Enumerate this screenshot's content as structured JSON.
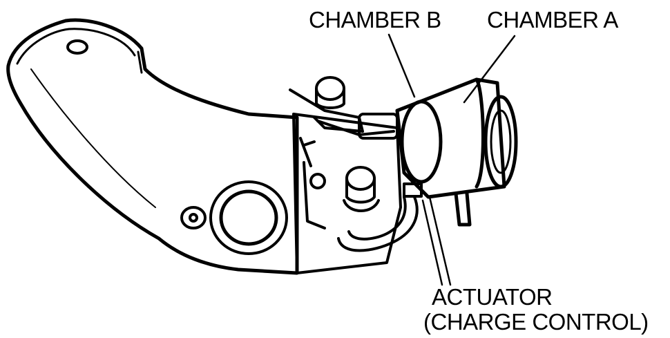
{
  "labels": {
    "chamber_b": "CHAMBER B",
    "chamber_a": "CHAMBER A",
    "actuator": "ACTUATOR",
    "actuator_sub": "(CHARGE CONTROL)"
  },
  "colors": {
    "line": "#000000",
    "background": "#ffffff"
  }
}
